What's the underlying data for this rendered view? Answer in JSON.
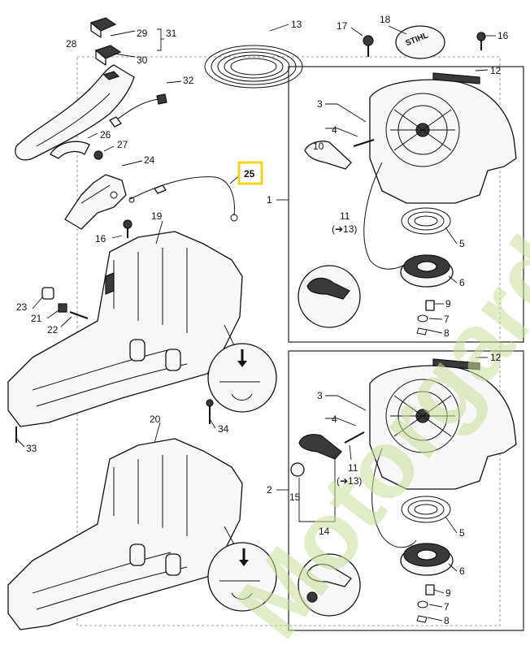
{
  "watermark": "Motorgarden.com",
  "brand_logo": "STIHL",
  "highlighted_part": "25",
  "part_numbers": {
    "p1": "1",
    "p2": "2",
    "p3a": "3",
    "p3b": "3",
    "p4a": "4",
    "p4b": "4",
    "p5a": "5",
    "p5b": "5",
    "p6a": "6",
    "p6b": "6",
    "p7a": "7",
    "p7b": "7",
    "p8a": "8",
    "p8b": "8",
    "p9a": "9",
    "p9b": "9",
    "p10": "10",
    "p11a": "11",
    "p11b": "11",
    "p12a": "12",
    "p12b": "12",
    "p13": "13",
    "p14": "14",
    "p15": "15",
    "p16a": "16",
    "p16b": "16",
    "p17": "17",
    "p18": "18",
    "p19": "19",
    "p20": "20",
    "p21": "21",
    "p22": "22",
    "p23": "23",
    "p24": "24",
    "p25": "25",
    "p26": "26",
    "p27": "27",
    "p28": "28",
    "p29": "29",
    "p30": "30",
    "p31": "31",
    "p32": "32",
    "p33": "33",
    "p34": "34"
  },
  "cross_refs": {
    "ref_a": "(➔13)",
    "ref_b": "(➔13)"
  },
  "colors": {
    "highlight": "#f2d41b",
    "watermark": "#c9df9a"
  }
}
